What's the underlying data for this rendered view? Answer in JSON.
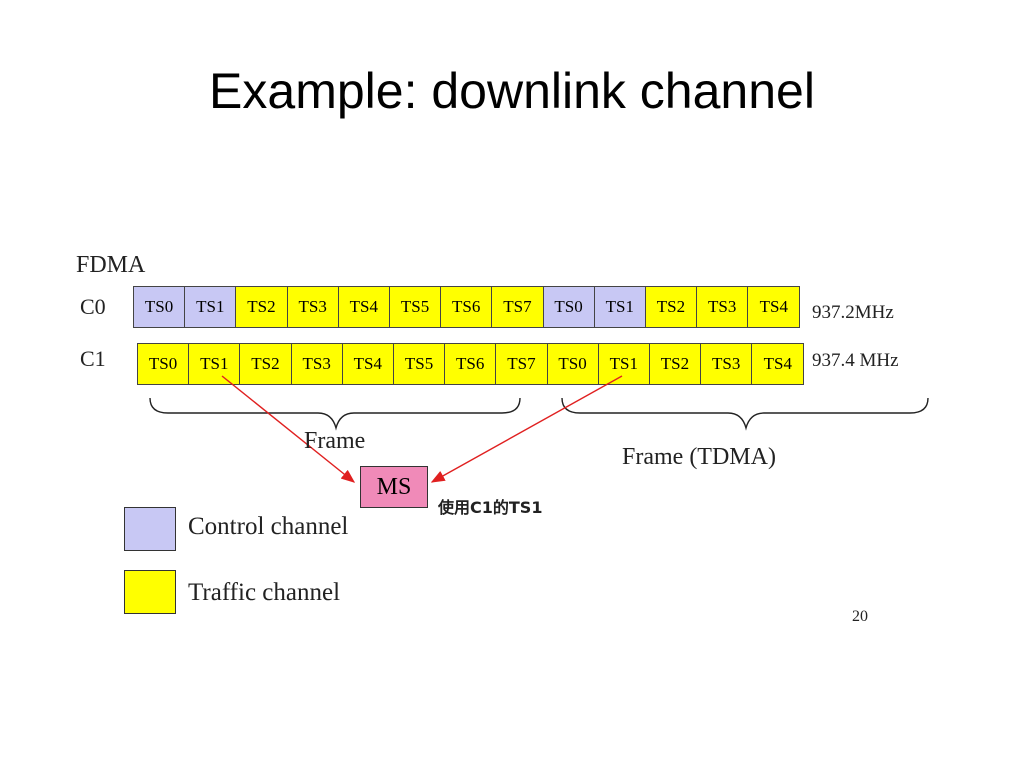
{
  "title": "Example: downlink channel",
  "fdma_label": "FDMA",
  "colors": {
    "control": "#c8c8f4",
    "traffic": "#ffff00",
    "ms": "#f08ab8",
    "arrow": "#e02020"
  },
  "channels": [
    {
      "name": "C0",
      "freq": "937.2MHz",
      "slots": [
        {
          "label": "TS0",
          "type": "control"
        },
        {
          "label": "TS1",
          "type": "control"
        },
        {
          "label": "TS2",
          "type": "traffic"
        },
        {
          "label": "TS3",
          "type": "traffic"
        },
        {
          "label": "TS4",
          "type": "traffic"
        },
        {
          "label": "TS5",
          "type": "traffic"
        },
        {
          "label": "TS6",
          "type": "traffic"
        },
        {
          "label": "TS7",
          "type": "traffic"
        },
        {
          "label": "TS0",
          "type": "control"
        },
        {
          "label": "TS1",
          "type": "control"
        },
        {
          "label": "TS2",
          "type": "traffic"
        },
        {
          "label": "TS3",
          "type": "traffic"
        },
        {
          "label": "TS4",
          "type": "traffic"
        }
      ]
    },
    {
      "name": "C1",
      "freq": "937.4 MHz",
      "slots": [
        {
          "label": "TS0",
          "type": "traffic"
        },
        {
          "label": "TS1",
          "type": "traffic"
        },
        {
          "label": "TS2",
          "type": "traffic"
        },
        {
          "label": "TS3",
          "type": "traffic"
        },
        {
          "label": "TS4",
          "type": "traffic"
        },
        {
          "label": "TS5",
          "type": "traffic"
        },
        {
          "label": "TS6",
          "type": "traffic"
        },
        {
          "label": "TS7",
          "type": "traffic"
        },
        {
          "label": "TS0",
          "type": "traffic"
        },
        {
          "label": "TS1",
          "type": "traffic"
        },
        {
          "label": "TS2",
          "type": "traffic"
        },
        {
          "label": "TS3",
          "type": "traffic"
        },
        {
          "label": "TS4",
          "type": "traffic"
        }
      ]
    }
  ],
  "frame_label": "Frame",
  "frame_tdma_label": "Frame (TDMA)",
  "ms_label": "MS",
  "ms_note": "使用C1的TS1",
  "legend": {
    "control": "Control channel",
    "traffic": "Traffic channel"
  },
  "page_number": "20"
}
